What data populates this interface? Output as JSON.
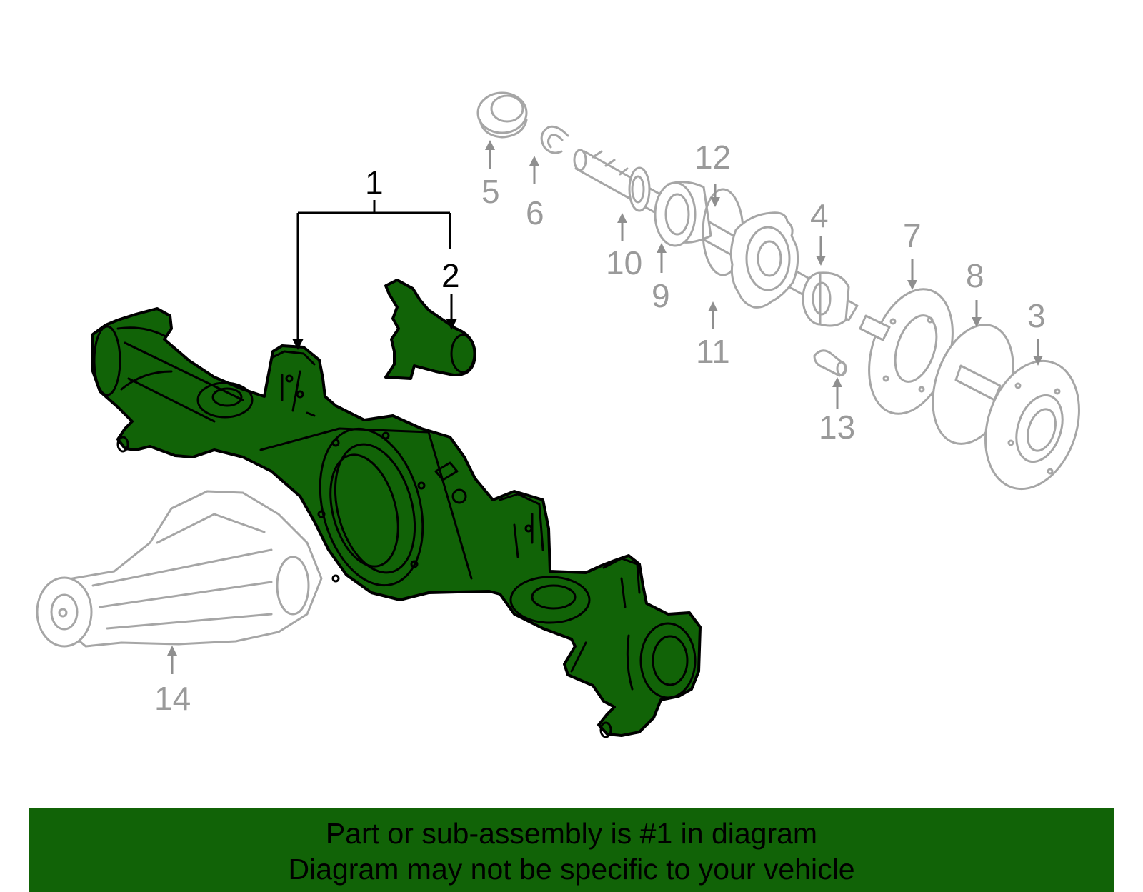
{
  "diagram": {
    "callouts": {
      "c1": "1",
      "c2": "2",
      "c3": "3",
      "c4": "4",
      "c5": "5",
      "c6": "6",
      "c7": "7",
      "c8": "8",
      "c9": "9",
      "c10": "10",
      "c11": "11",
      "c12": "12",
      "c13": "13",
      "c14": "14"
    },
    "colors": {
      "highlight": "#116307",
      "outline": "#000000",
      "ghost": "#a6a6a6",
      "callout_gray": "#9a9a9a"
    },
    "highlighted_part": "1"
  },
  "banner": {
    "line1": "Part or sub-assembly is #1 in diagram",
    "line2": "Diagram may not be specific to your vehicle"
  }
}
